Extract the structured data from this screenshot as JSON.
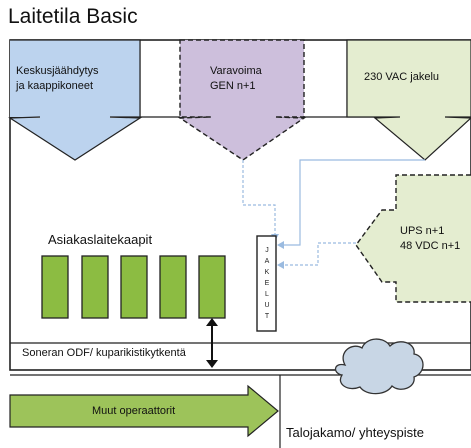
{
  "title": "Laitetila Basic",
  "top_boxes": [
    {
      "lines": [
        "Keskusjäähdytys",
        "ja kaappikoneet"
      ],
      "fill": "#bcd3ee",
      "border": "solid"
    },
    {
      "lines": [
        "Varavoima",
        "GEN n+1"
      ],
      "fill": "#cdbfdc",
      "border": "dashed"
    },
    {
      "lines": [
        "230 VAC jakelu"
      ],
      "fill": "#e4edd0",
      "border": "solid"
    }
  ],
  "ups": {
    "lines": [
      "UPS n+1",
      "48 VDC n+1"
    ],
    "fill": "#e4edd0",
    "border": "dashed"
  },
  "customer_racks": {
    "label": "Asiakaslaitekaapit",
    "count": 5,
    "fill": "#8cbc42"
  },
  "distribution": {
    "letters": [
      "J",
      "A",
      "K",
      "E",
      "L",
      "U",
      "T"
    ]
  },
  "odf_label": "Soneran ODF/ kuparikistikytkentä",
  "operators_label": "Muut operaattorit",
  "building_label": "Talojakamo/ yhteyspiste",
  "colors": {
    "line_blue": "#9bbbe0",
    "border": "#222222"
  }
}
